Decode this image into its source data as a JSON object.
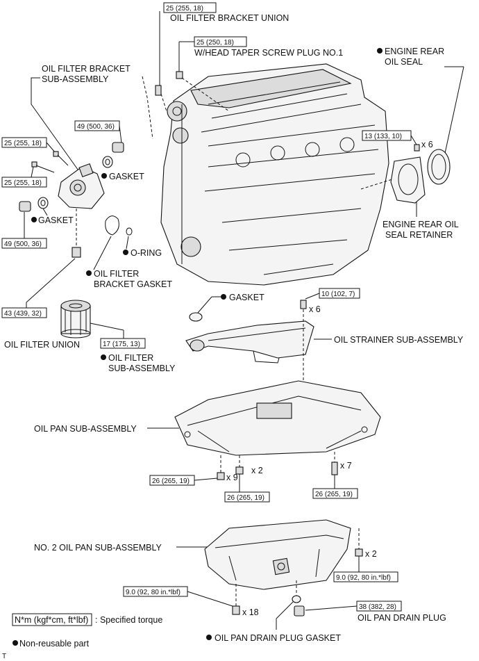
{
  "labels": {
    "oil_filter_bracket_union": "OIL FILTER BRACKET UNION",
    "taper_screw_plug": "W/HEAD TAPER SCREW PLUG NO.1",
    "engine_rear_oil_seal_1": "ENGINE REAR",
    "engine_rear_oil_seal_2": "OIL SEAL",
    "oil_filter_bracket_1": "OIL FILTER BRACKET",
    "oil_filter_bracket_2": "SUB-ASSEMBLY",
    "gasket_upper": "GASKET",
    "gasket_left": "GASKET",
    "o_ring": "O-RING",
    "oil_filter_bracket_gasket_1": "OIL FILTER",
    "oil_filter_bracket_gasket_2": "BRACKET GASKET",
    "engine_rear_retainer_1": "ENGINE REAR OIL",
    "engine_rear_retainer_2": "SEAL RETAINER",
    "gasket_strainer": "GASKET",
    "oil_strainer": "OIL STRAINER SUB-ASSEMBLY",
    "oil_filter_union": "OIL FILTER UNION",
    "oil_filter_1": "OIL FILTER",
    "oil_filter_2": "SUB-ASSEMBLY",
    "oil_pan": "OIL PAN SUB-ASSEMBLY",
    "no2_oil_pan": "NO. 2 OIL PAN SUB-ASSEMBLY",
    "oil_pan_drain_plug": "OIL PAN DRAIN PLUG",
    "oil_pan_drain_plug_gasket": "OIL PAN DRAIN PLUG GASKET"
  },
  "torques": {
    "t_union": "25 (255, 18)",
    "t_plug": "25 (250, 18)",
    "t_rear": "13 (133, 10)",
    "t_bracket_plug": "49 (500, 36)",
    "t_bolt_a": "25 (255, 18)",
    "t_bolt_b": "25 (255, 18)",
    "t_left_plug": "49 (500, 36)",
    "t_filter_union": "43 (439, 32)",
    "t_filter": "17 (175, 13)",
    "t_strainer": "10 (102, 7)",
    "t_pan_a": "26 (265, 19)",
    "t_pan_b": "26 (265, 19)",
    "t_pan_c": "26 (265, 19)",
    "t_pan2_a": "9.0 (92, 80 in.*lbf)",
    "t_pan2_b": "9.0 (92, 80 in.*lbf)",
    "t_drain": "38 (382, 28)"
  },
  "counts": {
    "x6_rear": "x 6",
    "x6_strainer": "x 6",
    "x9": "x 9",
    "x2_pan": "x 2",
    "x7": "x 7",
    "x2_pan2": "x 2",
    "x18": "x 18"
  },
  "legend": {
    "torque_key": "N*m (kgf*cm, ft*lbf)",
    "torque_desc": ": Specified torque",
    "non_reusable": "Non-reusable part",
    "corner_mark": "T"
  }
}
